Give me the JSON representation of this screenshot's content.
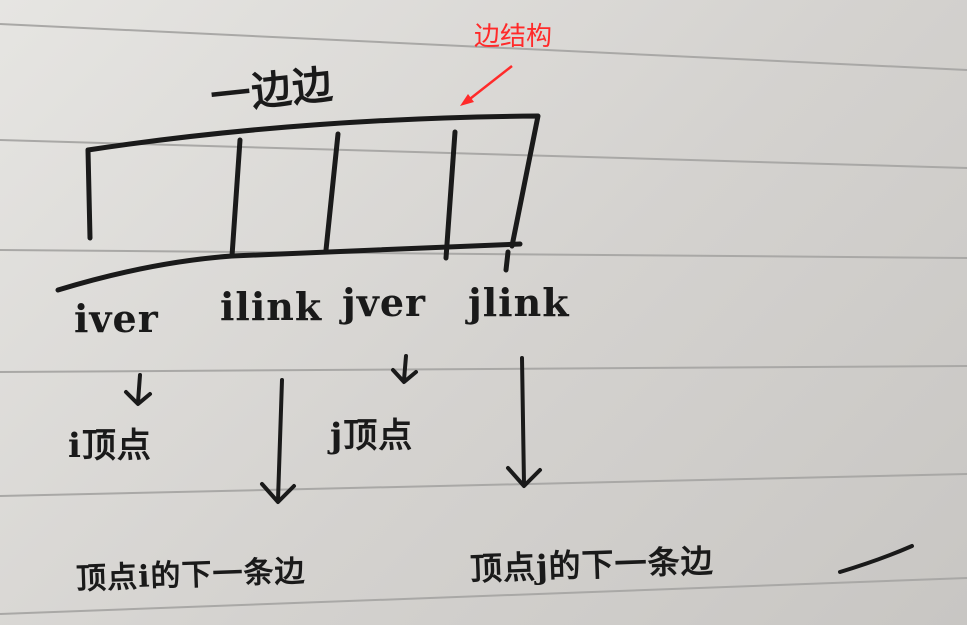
{
  "annotation": {
    "label": "边结构",
    "color": "#ff2a2a"
  },
  "title": "一边边",
  "fields": [
    "iver",
    "ilink",
    "jver",
    "jlink"
  ],
  "explanations": {
    "iver": "i顶点",
    "jver": "j顶点",
    "ilink": "顶点i的下一条边",
    "jlink": "顶点j的下一条边"
  },
  "colors": {
    "ink": "#1a1a1a",
    "paper": "#dedcd9",
    "rule": "#a9a8a6"
  }
}
